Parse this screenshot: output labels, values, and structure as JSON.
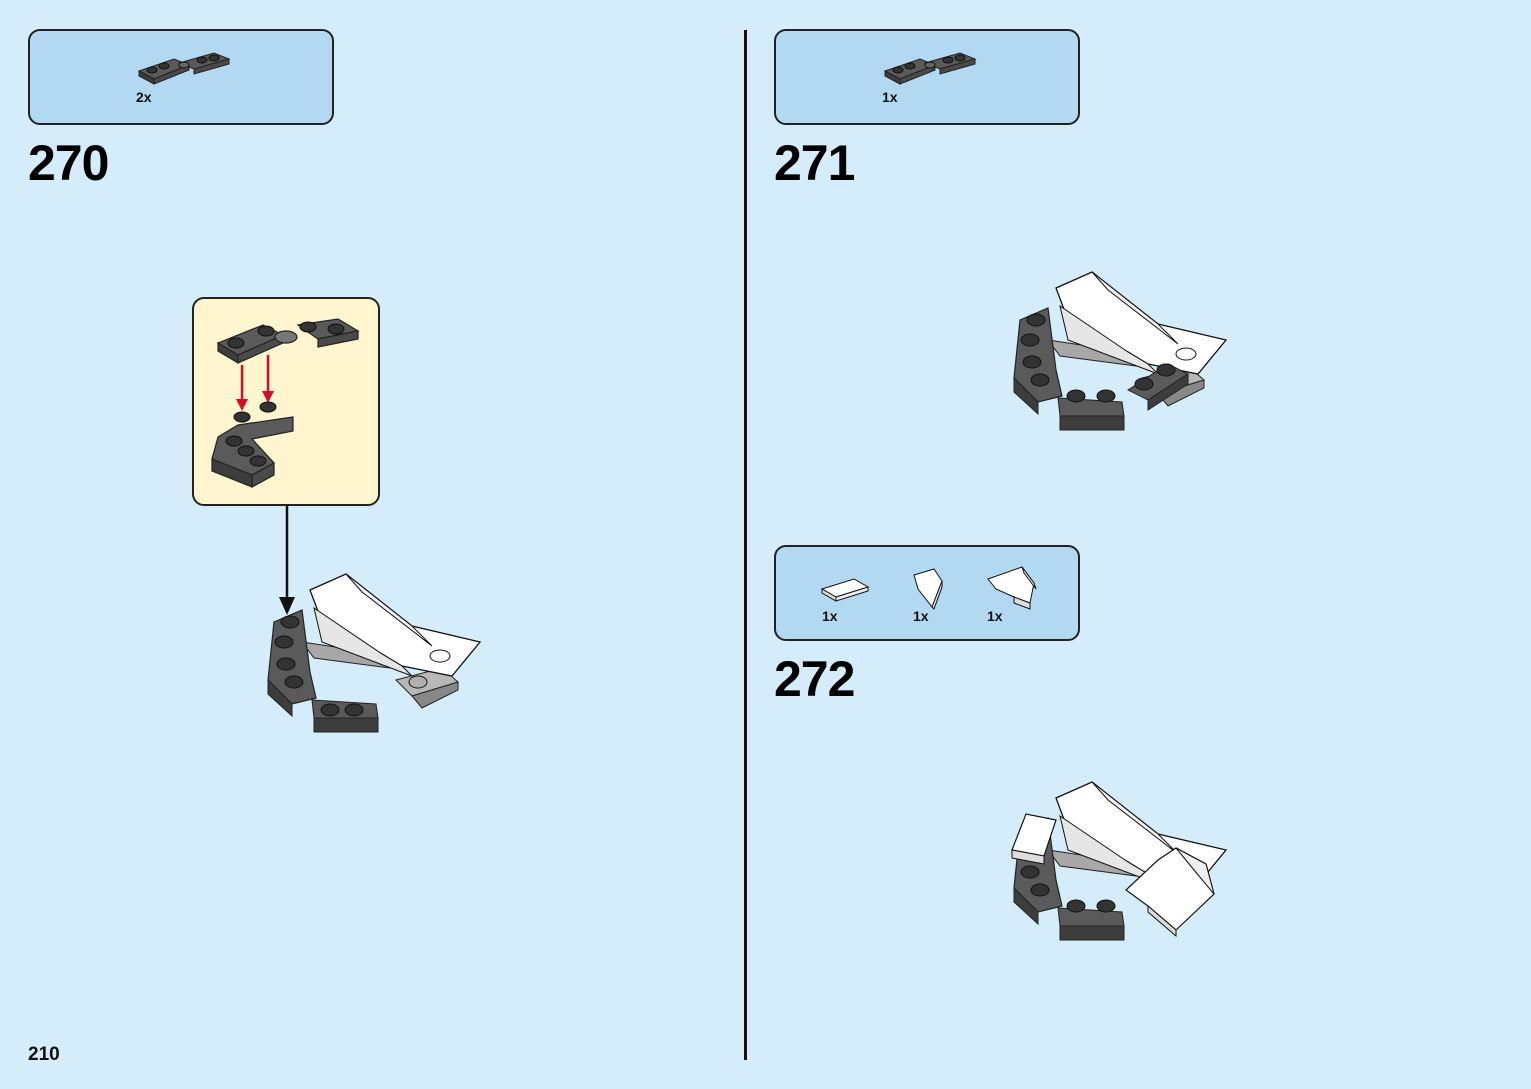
{
  "page": {
    "page_number": "210"
  },
  "steps": [
    {
      "number": "270",
      "parts": [
        {
          "name": "dark-gray-hinge-plate-assembly",
          "quantity": "2x"
        }
      ]
    },
    {
      "number": "271",
      "parts": [
        {
          "name": "dark-gray-hinge-plate-assembly",
          "quantity": "1x"
        }
      ]
    },
    {
      "number": "272",
      "parts": [
        {
          "name": "white-tile",
          "quantity": "1x"
        },
        {
          "name": "white-wedge-small",
          "quantity": "1x"
        },
        {
          "name": "white-wedge-large",
          "quantity": "1x"
        }
      ]
    }
  ],
  "colors": {
    "background": "#d5ecfa",
    "parts_box": "#b3d9f2",
    "callout": "#fff5cf",
    "dark_gray_brick": "#5a5a5a",
    "light_gray_brick": "#a8a8a8",
    "white_brick": "#ffffff",
    "arrow_red": "#d0102a"
  }
}
